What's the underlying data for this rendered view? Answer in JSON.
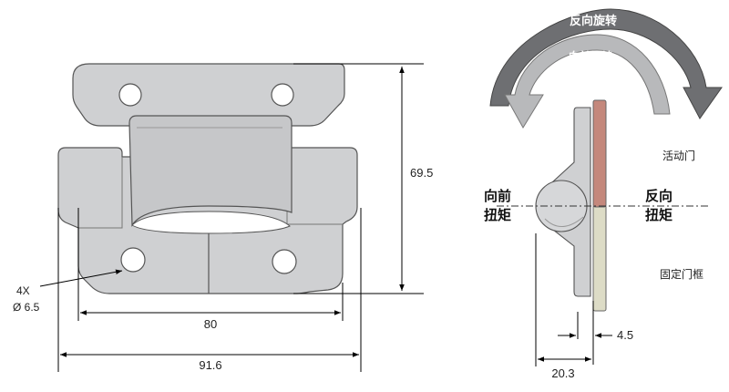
{
  "left_view": {
    "dimensions": {
      "height": "69.5",
      "hole_spacing": "80",
      "overall_width": "91.6",
      "hole_count": "4X",
      "hole_diameter": "Ø 6.5"
    }
  },
  "right_view": {
    "arc_outer_label": "反向旋转",
    "arc_inner_label": "向前旋转",
    "active_door_label": "活动门",
    "fixed_frame_label": "固定门框",
    "forward_torque": [
      "向前",
      "扭矩"
    ],
    "reverse_torque": [
      "反向",
      "扭矩"
    ],
    "dim_thickness": "4.5",
    "dim_depth": "20.3"
  },
  "colors": {
    "part_fill": "#cfd0d2",
    "part_stroke": "#555555",
    "arrow_outer": "#6e6f72",
    "arrow_inner": "#b8b9bb",
    "door_active": "#c4887c",
    "door_fixed": "#dddcc6"
  }
}
